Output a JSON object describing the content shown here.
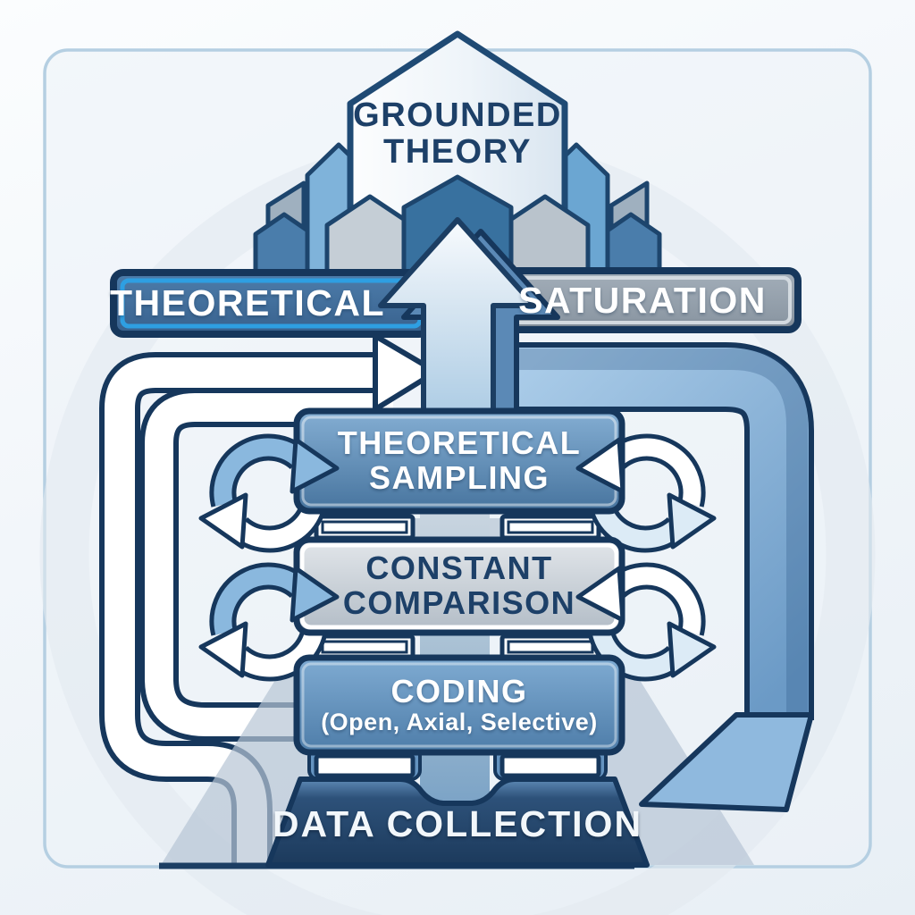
{
  "diagram_title": {
    "line1": "GROUNDED",
    "line2": "THEORY"
  },
  "top_banner": {
    "left_label": "THEORETICAL",
    "right_label": "SATURATION"
  },
  "process_boxes": [
    {
      "line1": "THEORETICAL",
      "line2": "SAMPLING"
    },
    {
      "line1": "CONSTANT",
      "line2": "COMPARISON"
    },
    {
      "line1": "CODING",
      "line2": "(Open, Axial, Selective)"
    }
  ],
  "base_box": {
    "label": "DATA COLLECTION"
  },
  "icons": {
    "center_icon": "large-upward-arrow",
    "side_icons": "circular-cycle-arrows",
    "outer_left": "white-feedback-loop-arrow",
    "outer_right": "blue-feedback-loop-arrow",
    "top_icon": "city-block-skyline"
  },
  "colors": {
    "navy_outline": "#16375c",
    "banner_blue": "#3f6d9c",
    "banner_blue_border": "#2e9fe2",
    "banner_gray": "#97a3af",
    "box_blue_top": "#7fa9cd",
    "box_blue_bottom": "#47749e",
    "box_gray": "#c9d1d8",
    "base_navy": "#24466b",
    "loop_blue": "#7fb0d8",
    "arrow_light": "#dbe8f3",
    "frame_blue": "#b5cfe2",
    "background": "#f3f7fa"
  }
}
